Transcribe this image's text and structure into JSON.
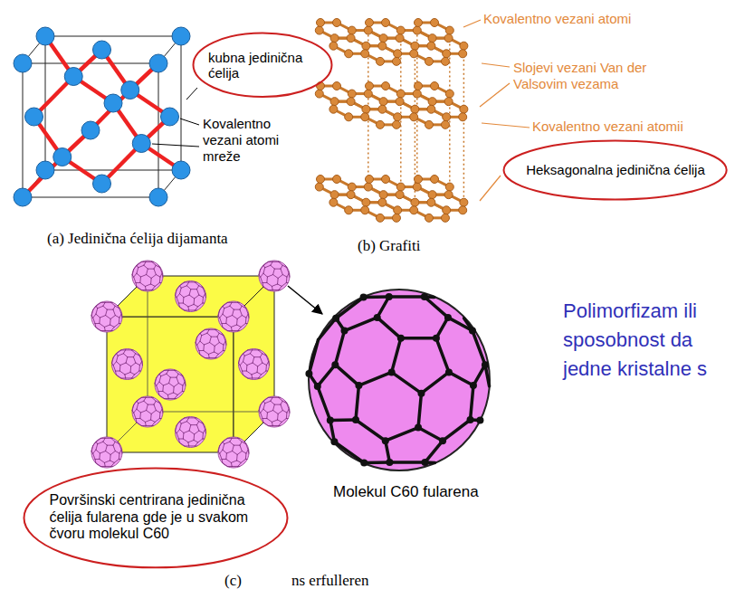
{
  "diagram": {
    "nodes": [
      {
        "text": [
          "kubna jedinična ćelija"
        ]
      },
      {
        "text": [
          "Heksagonalna jedinična ćelija"
        ]
      },
      {
        "text": [
          "Površinski centrirana jedinična ćelija fularena gde je u svakom čvoru molekul C60"
        ]
      }
    ],
    "labels": [
      "Kovalentno vezani atomi mreže",
      "(a) Jedinična ćelija dijamanta",
      "Kovalentno vezani atomi",
      "Slojevi vezani Van der Valsovim vezama",
      "Kovalentno vezani atomii",
      "(b) Grafiti",
      "Molekul C60 fularena",
      "(c)",
      "ns erfulleren",
      "Polimorfizam ili sposobnost da jedne kristalne s"
    ]
  }
}
